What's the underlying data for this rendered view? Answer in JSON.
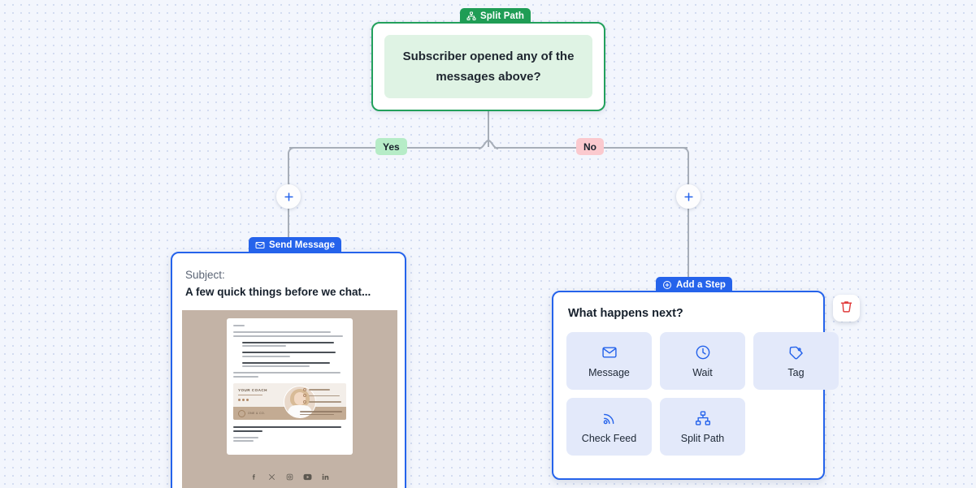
{
  "canvas": {
    "background_color": "#f3f6fd",
    "dot_color": "#d3dcf1"
  },
  "split_node": {
    "badge_label": "Split Path",
    "badge_icon": "sitemap-icon",
    "badge_color": "#1f9d55",
    "question": "Subscriber opened any of the messages above?",
    "border_color": "#22a05c",
    "panel_color": "#dff3e4"
  },
  "branches": {
    "yes": {
      "label": "Yes",
      "color": "#b6ecc7"
    },
    "no": {
      "label": "No",
      "color": "#fbc9ce"
    }
  },
  "add_buttons": {
    "icon": "plus-icon",
    "color": "#2563eb"
  },
  "message_node": {
    "badge_label": "Send Message",
    "badge_icon": "envelope-icon",
    "badge_color": "#2563eb",
    "subject_label": "Subject:",
    "subject_value": "A few quick things before we chat...",
    "border_color": "#2563eb",
    "preview": {
      "greeting": "Hey,",
      "intro_line_1": "Your introductory call is coming up soon—yay!",
      "intro_line_2": "Here are a few quick things to help you feel confident and ready:",
      "bullets": [
        {
          "num": "1.",
          "bold": "Find a quiet space.",
          "text": "Choose a spot where you can speak freely and without distraction."
        },
        {
          "num": "2.",
          "bold": "Bring a notebook.",
          "text": "You might want to jot down questions or insights during our chat."
        },
        {
          "num": "3.",
          "bold": "Come as you are.",
          "text": "No need to have it all figured out. Just show up honestly—this is a judgment-free space."
        }
      ],
      "closing_1": "I'll guide the conversation, so no pressure to prepare anything. Just bring yourself.",
      "closing_2": "You've already done the hardest part: saying yes to growth. The rest, we'll do together.",
      "signoff": "With care,",
      "signer": "Angelina",
      "signature_card_title": "YOUR COACH",
      "signature_card_brand": "ONE & CO.",
      "socials": [
        "facebook",
        "x-twitter",
        "instagram",
        "youtube",
        "linkedin"
      ],
      "background_color": "#c3b3a6"
    }
  },
  "next_panel": {
    "badge_label": "Add a Step",
    "badge_icon": "plus-circle-icon",
    "badge_color": "#2563eb",
    "title": "What happens next?",
    "border_color": "#2563eb",
    "tiles": [
      {
        "label": "Message",
        "icon": "envelope-icon"
      },
      {
        "label": "Wait",
        "icon": "clock-icon"
      },
      {
        "label": "Tag",
        "icon": "tag-icon"
      },
      {
        "label": "Check Feed",
        "icon": "rss-feed-icon"
      },
      {
        "label": "Split Path",
        "icon": "sitemap-icon"
      }
    ],
    "tile_background": "#e3e9fa",
    "tile_icon_color": "#2563eb"
  },
  "delete_button": {
    "icon": "trash-icon",
    "color": "#e03b3b"
  }
}
